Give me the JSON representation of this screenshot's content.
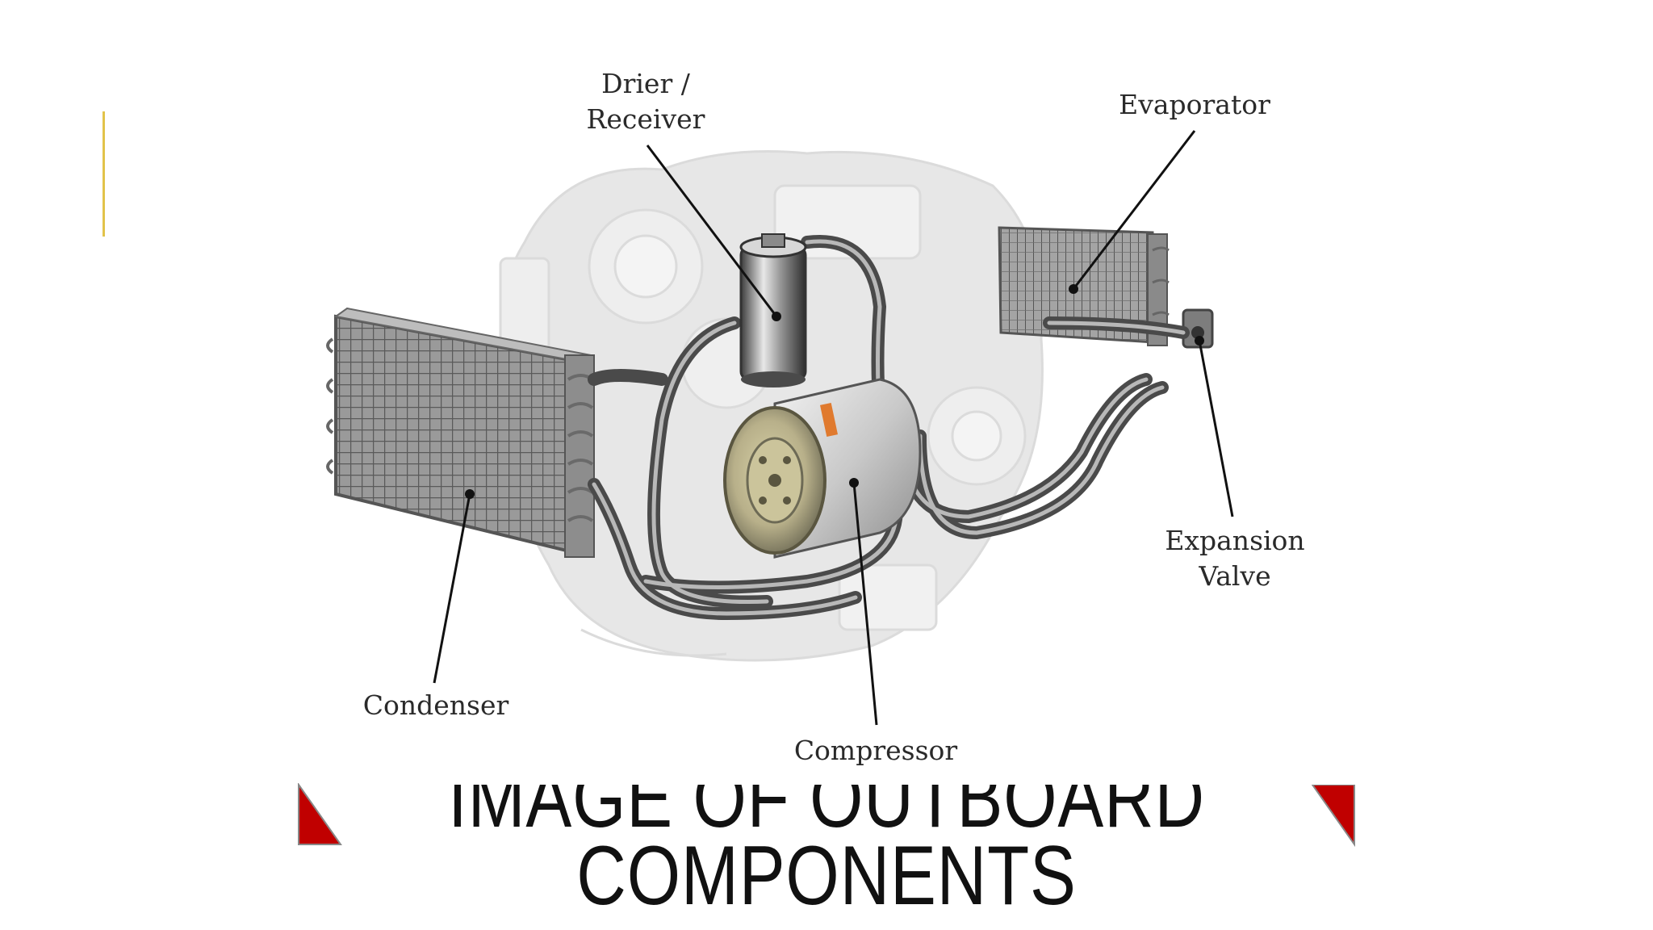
{
  "slide": {
    "title_line1": "IMAGE OF OUTBOARD",
    "title_line2": "COMPONENTS",
    "accent_color": "#e2c34a",
    "triangle_color": "#c00000"
  },
  "diagram": {
    "labels": {
      "drier_receiver": "Drier /\nReceiver",
      "evaporator": "Evaporator",
      "condenser": "Condenser",
      "compressor": "Compressor",
      "expansion_valve": "Expansion\nValve"
    }
  }
}
